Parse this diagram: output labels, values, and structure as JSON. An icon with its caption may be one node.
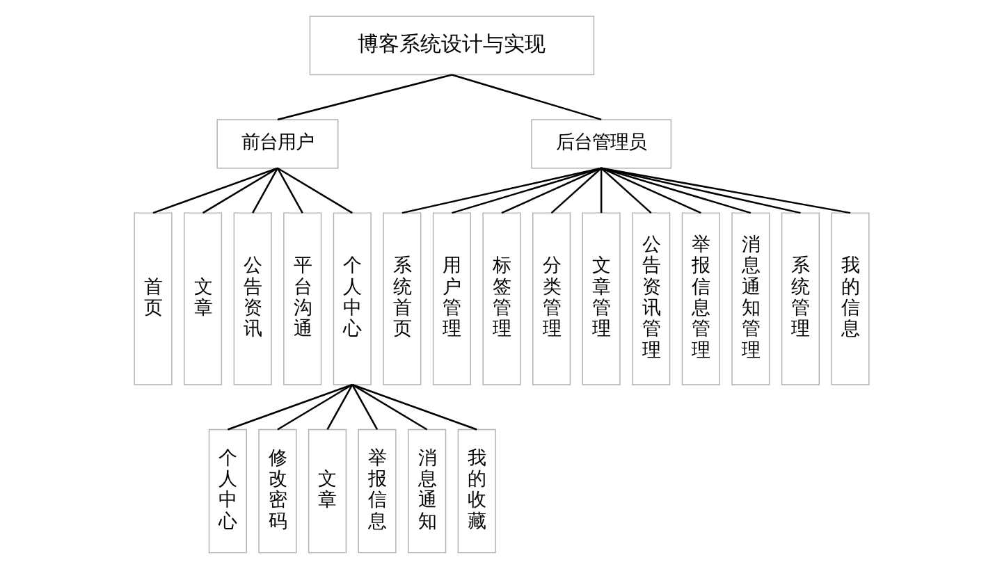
{
  "diagram": {
    "nodes": [
      {
        "text": [
          "博客系统设计与实现"
        ]
      },
      {
        "text": [
          "前台用户"
        ]
      },
      {
        "text": [
          "后台管理员"
        ]
      },
      {
        "text": [
          "首页"
        ]
      },
      {
        "text": [
          "文章"
        ]
      },
      {
        "text": [
          "公告资讯"
        ]
      },
      {
        "text": [
          "平台沟通"
        ]
      },
      {
        "text": [
          "个人中心"
        ]
      },
      {
        "text": [
          "系统首页"
        ]
      },
      {
        "text": [
          "用户管理"
        ]
      },
      {
        "text": [
          "标签管理"
        ]
      },
      {
        "text": [
          "分类管理"
        ]
      },
      {
        "text": [
          "文章管理"
        ]
      },
      {
        "text": [
          "公告资讯管理"
        ]
      },
      {
        "text": [
          "举报信息管理"
        ]
      },
      {
        "text": [
          "消息通知管理"
        ]
      },
      {
        "text": [
          "系统管理"
        ]
      },
      {
        "text": [
          "我的信息"
        ]
      },
      {
        "text": [
          "个人中心"
        ]
      },
      {
        "text": [
          "修改密码"
        ]
      },
      {
        "text": [
          "文章"
        ]
      },
      {
        "text": [
          "举报信息"
        ]
      },
      {
        "text": [
          "消息通知"
        ]
      },
      {
        "text": [
          "我的收藏"
        ]
      }
    ],
    "edges": [
      {
        "from": 0,
        "to": 1,
        "arrow": "none"
      },
      {
        "from": 0,
        "to": 2,
        "arrow": "none"
      },
      {
        "from": 1,
        "to": 3,
        "arrow": "none"
      },
      {
        "from": 1,
        "to": 4,
        "arrow": "none"
      },
      {
        "from": 1,
        "to": 5,
        "arrow": "none"
      },
      {
        "from": 1,
        "to": 6,
        "arrow": "none"
      },
      {
        "from": 1,
        "to": 7,
        "arrow": "none"
      },
      {
        "from": 2,
        "to": 8,
        "arrow": "none"
      },
      {
        "from": 2,
        "to": 9,
        "arrow": "none"
      },
      {
        "from": 2,
        "to": 10,
        "arrow": "none"
      },
      {
        "from": 2,
        "to": 11,
        "arrow": "none"
      },
      {
        "from": 2,
        "to": 12,
        "arrow": "none"
      },
      {
        "from": 2,
        "to": 13,
        "arrow": "none"
      },
      {
        "from": 2,
        "to": 14,
        "arrow": "none"
      },
      {
        "from": 2,
        "to": 15,
        "arrow": "none"
      },
      {
        "from": 2,
        "to": 16,
        "arrow": "none"
      },
      {
        "from": 2,
        "to": 17,
        "arrow": "none"
      },
      {
        "from": 7,
        "to": 18,
        "arrow": "none"
      },
      {
        "from": 7,
        "to": 19,
        "arrow": "none"
      },
      {
        "from": 7,
        "to": 20,
        "arrow": "none"
      },
      {
        "from": 7,
        "to": 21,
        "arrow": "none"
      },
      {
        "from": 7,
        "to": 22,
        "arrow": "none"
      },
      {
        "from": 7,
        "to": 23,
        "arrow": "none"
      }
    ]
  }
}
